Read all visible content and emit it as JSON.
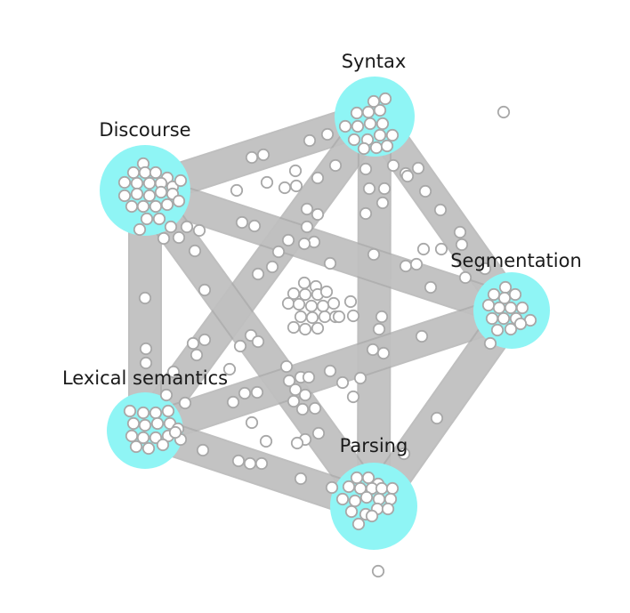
{
  "diagram": {
    "type": "set-network",
    "colors": {
      "cluster_fill": "#8ff5f5",
      "band_fill": "#c4c4c4",
      "band_edge": "#a9a9a9",
      "member_fill": "#ffffff",
      "member_stroke": "#a8a8a8",
      "label_color": "#1a1a1a"
    },
    "clusters": [
      {
        "id": "syntax",
        "label": "Syntax"
      },
      {
        "id": "discourse",
        "label": "Discourse"
      },
      {
        "id": "segmentation",
        "label": "Segmentation"
      },
      {
        "id": "lexical-semantics",
        "label": "Lexical semantics"
      },
      {
        "id": "parsing",
        "label": "Parsing"
      }
    ],
    "links": [
      [
        "syntax",
        "discourse"
      ],
      [
        "syntax",
        "segmentation"
      ],
      [
        "syntax",
        "lexical-semantics"
      ],
      [
        "syntax",
        "parsing"
      ],
      [
        "discourse",
        "segmentation"
      ],
      [
        "discourse",
        "lexical-semantics"
      ],
      [
        "discourse",
        "parsing"
      ],
      [
        "segmentation",
        "lexical-semantics"
      ],
      [
        "segmentation",
        "parsing"
      ],
      [
        "lexical-semantics",
        "parsing"
      ]
    ]
  }
}
